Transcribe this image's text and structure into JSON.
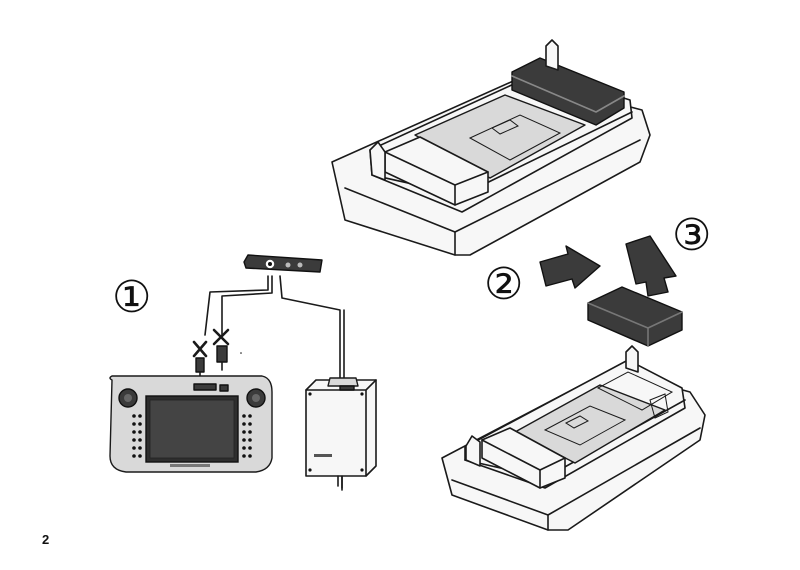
{
  "page_number": "2",
  "steps": {
    "step1": "①",
    "step2": "②",
    "step3": "③"
  }
}
